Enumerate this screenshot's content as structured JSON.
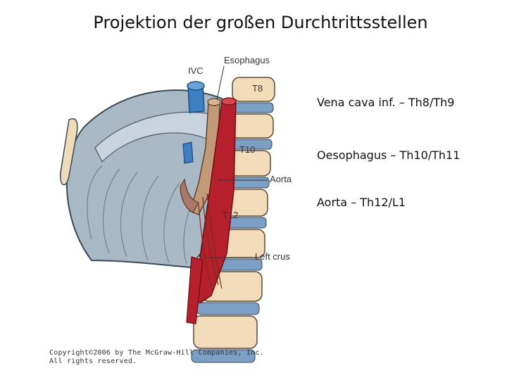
{
  "slide": {
    "title": "Projektion der großen Durchtrittsstellen"
  },
  "figure": {
    "labels": {
      "ivc": "IVC",
      "esophagus": "Esophagus",
      "t8": "T8",
      "t10": "T10",
      "aorta": "Aorta",
      "t12": "T12",
      "left_crus": "Left crus"
    },
    "copyright_line1": "Copyright©2006 by The McGraw-Hill Companies, Inc.",
    "copyright_line2": "All rights reserved."
  },
  "legend": [
    {
      "text": "Vena cava inf.  –  Th8/Th9"
    },
    {
      "text": "Oesophagus  –  Th10/Th11"
    },
    {
      "text": "Aorta  –  Th12/L1"
    }
  ],
  "colors": {
    "diaphragm": "#a9b9c6",
    "diaphragm_edge": "#3b4a57",
    "vertebra": "#f2dcb9",
    "disc": "#7c9fc6",
    "aorta": "#b6202c",
    "ivc": "#3d7fc2",
    "esophagus": "#b58e6d"
  }
}
